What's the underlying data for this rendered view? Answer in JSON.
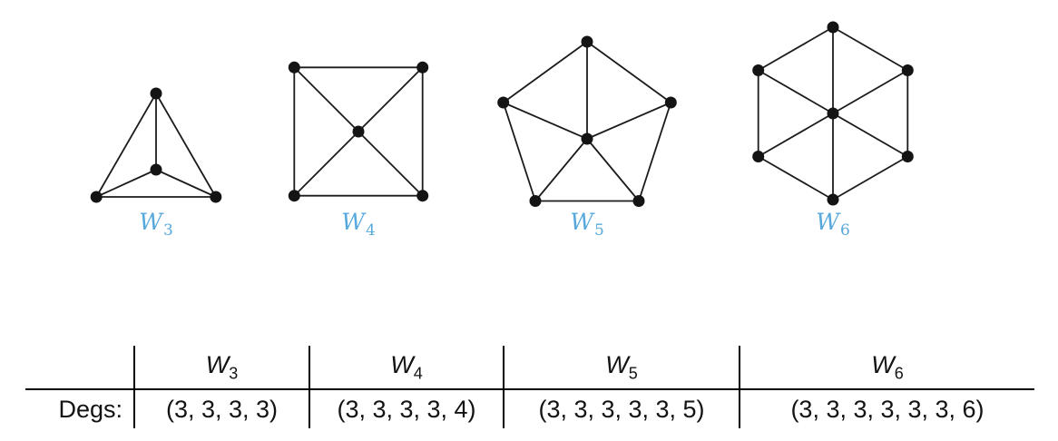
{
  "figure": {
    "label_color": "#57a9dd",
    "edge_color": "#1b1b1b",
    "vertex_color": "#141414",
    "graphs": [
      {
        "name": "W3",
        "label": "W",
        "sub": "3",
        "outer": 3
      },
      {
        "name": "W4",
        "label": "W",
        "sub": "4",
        "outer": 4
      },
      {
        "name": "W5",
        "label": "W",
        "sub": "5",
        "outer": 5
      },
      {
        "name": "W6",
        "label": "W",
        "sub": "6",
        "outer": 6
      }
    ]
  },
  "table": {
    "row_label": "Degs:",
    "columns": [
      {
        "label": "W",
        "sub": "3",
        "degrees": "(3, 3, 3, 3)"
      },
      {
        "label": "W",
        "sub": "4",
        "degrees": "(3, 3, 3, 3, 4)"
      },
      {
        "label": "W",
        "sub": "5",
        "degrees": "(3, 3, 3, 3, 3, 5)"
      },
      {
        "label": "W",
        "sub": "6",
        "degrees": "(3, 3, 3, 3, 3, 3, 6)"
      }
    ]
  }
}
